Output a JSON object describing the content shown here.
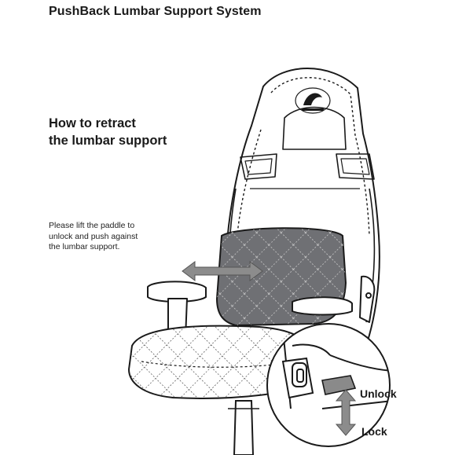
{
  "page": {
    "title": "PushBack Lumbar Support System",
    "heading_lines": [
      "How to retract",
      "the lumbar support"
    ],
    "instruction_lines": [
      "Please lift the paddle to",
      "unlock and push against",
      "the lumbar support."
    ]
  },
  "callout": {
    "unlock_label": "Unlock",
    "lock_label": "Lock"
  },
  "colors": {
    "ink": "#1a1a1a",
    "arrow_fill": "#8c8c8c",
    "lumbar_fill": "#6f7074",
    "lumbar_quilt": "#c9c9c9",
    "paddle_fill": "#8a8a8a"
  }
}
